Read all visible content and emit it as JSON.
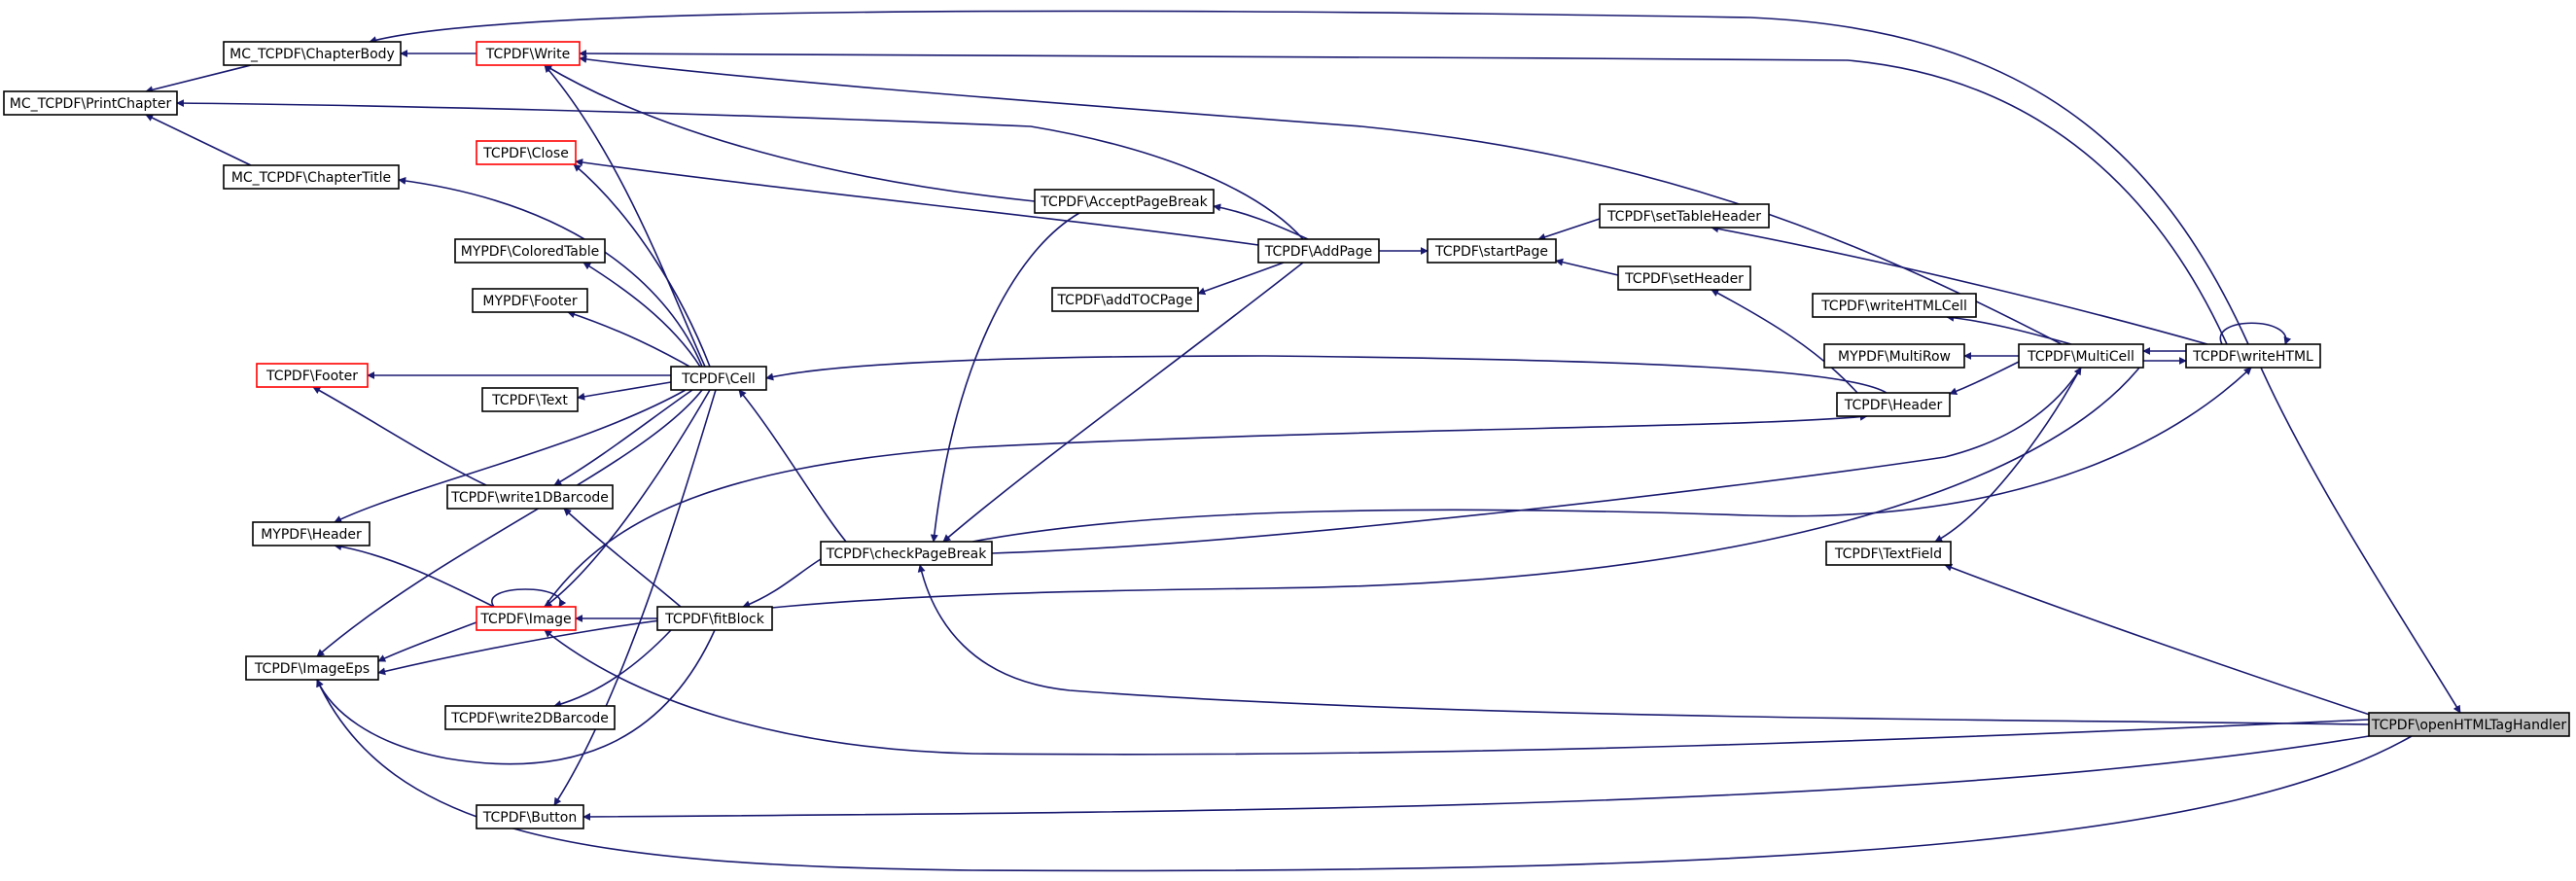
{
  "colors": {
    "edge": "#191970",
    "node_border": "#000000",
    "node_border_truncated": "#ff0000",
    "node_fill": "#ffffff",
    "focus_fill": "#bfbfbf"
  },
  "nodes": [
    {
      "id": "chapterbody",
      "label": "MC_TCPDF\\ChapterBody"
    },
    {
      "id": "write",
      "label": "TCPDF\\Write",
      "truncated": true
    },
    {
      "id": "printchapter",
      "label": "MC_TCPDF\\PrintChapter"
    },
    {
      "id": "close",
      "label": "TCPDF\\Close",
      "truncated": true
    },
    {
      "id": "chaptertitle",
      "label": "MC_TCPDF\\ChapterTitle"
    },
    {
      "id": "acceptpagebreak",
      "label": "TCPDF\\AcceptPageBreak"
    },
    {
      "id": "coloredtable",
      "label": "MYPDF\\ColoredTable"
    },
    {
      "id": "addpage",
      "label": "TCPDF\\AddPage"
    },
    {
      "id": "startpage",
      "label": "TCPDF\\startPage"
    },
    {
      "id": "settableheader",
      "label": "TCPDF\\setTableHeader"
    },
    {
      "id": "myfooter",
      "label": "MYPDF\\Footer"
    },
    {
      "id": "addtocpage",
      "label": "TCPDF\\addTOCPage"
    },
    {
      "id": "setheader",
      "label": "TCPDF\\setHeader"
    },
    {
      "id": "writehtmlcell",
      "label": "TCPDF\\writeHTMLCell"
    },
    {
      "id": "footer",
      "label": "TCPDF\\Footer",
      "truncated": true
    },
    {
      "id": "multirow",
      "label": "MYPDF\\MultiRow"
    },
    {
      "id": "multicell",
      "label": "TCPDF\\MultiCell"
    },
    {
      "id": "writehtml",
      "label": "TCPDF\\writeHTML"
    },
    {
      "id": "cell",
      "label": "TCPDF\\Cell"
    },
    {
      "id": "text",
      "label": "TCPDF\\Text"
    },
    {
      "id": "header",
      "label": "TCPDF\\Header"
    },
    {
      "id": "write1d",
      "label": "TCPDF\\write1DBarcode"
    },
    {
      "id": "myheader",
      "label": "MYPDF\\Header"
    },
    {
      "id": "checkpagebreak",
      "label": "TCPDF\\checkPageBreak"
    },
    {
      "id": "textfield",
      "label": "TCPDF\\TextField"
    },
    {
      "id": "image",
      "label": "TCPDF\\Image",
      "truncated": true
    },
    {
      "id": "fitblock",
      "label": "TCPDF\\fitBlock"
    },
    {
      "id": "imageeps",
      "label": "TCPDF\\ImageEps"
    },
    {
      "id": "write2d",
      "label": "TCPDF\\write2DBarcode"
    },
    {
      "id": "openhtml",
      "label": "TCPDF\\openHTMLTagHandler",
      "focus": true
    },
    {
      "id": "button",
      "label": "TCPDF\\Button"
    }
  ],
  "edges": [
    [
      "chapterbody",
      "printchapter"
    ],
    [
      "write",
      "chapterbody"
    ],
    [
      "chaptertitle",
      "printchapter"
    ],
    [
      "addpage",
      "printchapter"
    ],
    [
      "writehtml",
      "chapterbody"
    ],
    [
      "writehtml",
      "write"
    ],
    [
      "multicell",
      "write"
    ],
    [
      "acceptpagebreak",
      "write"
    ],
    [
      "cell",
      "write"
    ],
    [
      "cell",
      "close"
    ],
    [
      "cell",
      "chaptertitle"
    ],
    [
      "addpage",
      "close"
    ],
    [
      "addpage",
      "acceptpagebreak"
    ],
    [
      "addpage",
      "addtocpage"
    ],
    [
      "startpage",
      "addpage"
    ],
    [
      "settableheader",
      "startpage"
    ],
    [
      "setheader",
      "startpage"
    ],
    [
      "writehtml",
      "settableheader"
    ],
    [
      "header",
      "setheader"
    ],
    [
      "multicell",
      "writehtmlcell"
    ],
    [
      "multicell",
      "multirow"
    ],
    [
      "writehtml",
      "multicell"
    ],
    [
      "multicell",
      "writehtml"
    ],
    [
      "writehtml",
      "writehtml"
    ],
    [
      "cell",
      "coloredtable"
    ],
    [
      "cell",
      "myfooter"
    ],
    [
      "cell",
      "footer"
    ],
    [
      "cell",
      "text"
    ],
    [
      "cell",
      "header"
    ],
    [
      "cell",
      "write1d"
    ],
    [
      "cell",
      "myheader"
    ],
    [
      "cell",
      "image"
    ],
    [
      "cell",
      "imageeps"
    ],
    [
      "cell",
      "button"
    ],
    [
      "checkpagebreak",
      "cell"
    ],
    [
      "write1d",
      "footer"
    ],
    [
      "image",
      "myheader"
    ],
    [
      "image",
      "image"
    ],
    [
      "image",
      "header"
    ],
    [
      "image",
      "imageeps"
    ],
    [
      "fitblock",
      "image"
    ],
    [
      "fitblock",
      "write1d"
    ],
    [
      "fitblock",
      "write2d"
    ],
    [
      "fitblock",
      "imageeps"
    ],
    [
      "checkpagebreak",
      "fitblock"
    ],
    [
      "acceptpagebreak",
      "checkpagebreak"
    ],
    [
      "addpage",
      "checkpagebreak"
    ],
    [
      "checkpagebreak",
      "multicell"
    ],
    [
      "checkpagebreak",
      "writehtml"
    ],
    [
      "checkpagebreak",
      "openhtml"
    ],
    [
      "multicell",
      "header"
    ],
    [
      "multicell",
      "textfield"
    ],
    [
      "imageeps",
      "multicell"
    ],
    [
      "writehtml",
      "openhtml"
    ],
    [
      "textfield",
      "openhtml"
    ],
    [
      "image",
      "openhtml"
    ],
    [
      "imageeps",
      "openhtml"
    ],
    [
      "button",
      "openhtml"
    ]
  ]
}
